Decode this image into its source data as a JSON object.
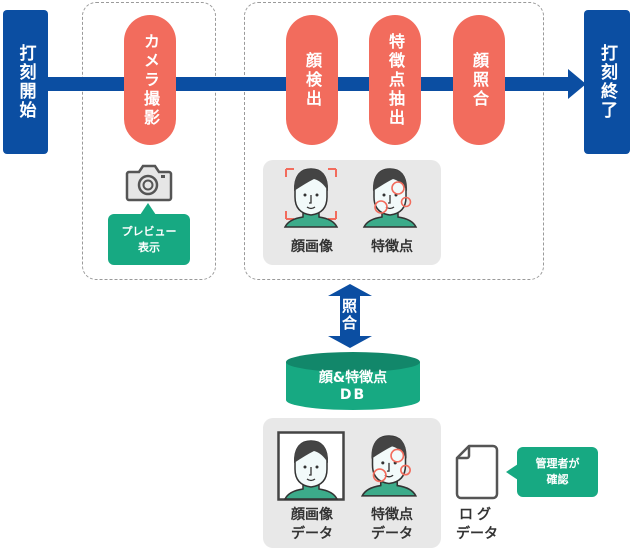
{
  "flow": {
    "start_label": "打刻開始",
    "end_label": "打刻終了",
    "main_arrow_color": "#0b4ea2"
  },
  "steps": [
    {
      "label": "カメラ撮影"
    },
    {
      "label": "顔検出"
    },
    {
      "label": "特徴点抽出"
    },
    {
      "label": "顔照合"
    }
  ],
  "camera": {
    "icon": "camera-icon",
    "bubble_line1": "プレビュー",
    "bubble_line2": "表示"
  },
  "processing_panel": {
    "items": [
      {
        "icon": "face-detect-icon",
        "label": "顔画像"
      },
      {
        "icon": "face-feature-icon",
        "label": "特徴点"
      }
    ]
  },
  "match_arrow": {
    "label": "照合"
  },
  "database": {
    "line1": "顔&特徴点",
    "line2": "DB"
  },
  "storage_panel": {
    "items": [
      {
        "icon": "face-photo-icon",
        "line1": "顔画像",
        "line2": "データ"
      },
      {
        "icon": "face-feature-icon",
        "line1": "特徴点",
        "line2": "データ"
      }
    ]
  },
  "log": {
    "icon": "document-icon",
    "line1": "ログ",
    "line2": "データ",
    "bubble_line1": "管理者が",
    "bubble_line2": "確認"
  },
  "colors": {
    "blue": "#0b4ea2",
    "coral": "#f26c5d",
    "green": "#17a982",
    "panel_gray": "#e8e8e8"
  }
}
